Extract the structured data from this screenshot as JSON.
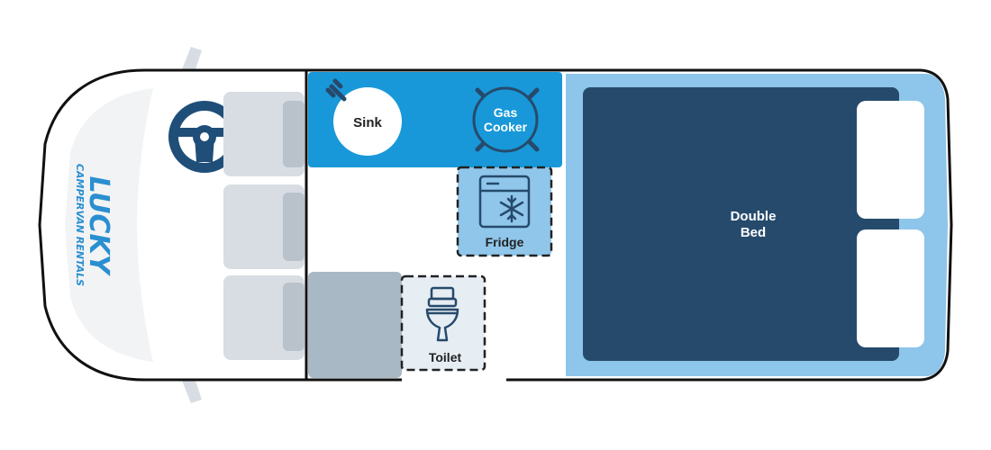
{
  "brand": {
    "name": "LUCKY",
    "tagline": "CAMPERVAN RENTALS"
  },
  "labels": {
    "sink": "Sink",
    "gas_line1": "Gas",
    "gas_line2": "Cooker",
    "fridge": "Fridge",
    "toilet": "Toilet",
    "bed_line1": "Double",
    "bed_line2": "Bed"
  },
  "colors": {
    "outline": "#111111",
    "cab_fill": "#f2f3f5",
    "seat": "#d8dde3",
    "seat_back": "#b9c2cb",
    "steering": "#1f4e79",
    "kitchen": "#1898d8",
    "fridge_fill": "#8fc6ea",
    "bed_frame": "#8ec5ea",
    "bed": "#264a6c",
    "pillow": "#ffffff",
    "bench": "#a9b8c5",
    "toilet_fill": "#e6edf3",
    "brand": "#2a8fd0",
    "mirror": "#d8dde3"
  },
  "icons": [
    "steering-wheel-icon",
    "tap-icon",
    "burner-icon",
    "fridge-icon",
    "snowflake-icon",
    "toilet-icon"
  ]
}
